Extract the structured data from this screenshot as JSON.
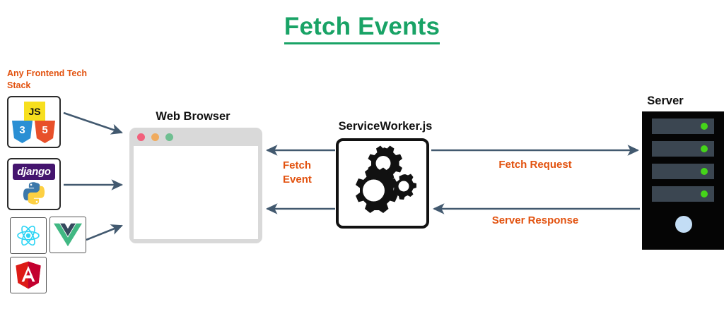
{
  "title": "Fetch Events",
  "accent_colors": {
    "title_green": "#19a366",
    "label_orange": "#e2520f",
    "arrow_navy": "#42596f",
    "server_black": "#050505",
    "server_slot": "#3b4651",
    "server_led_green": "#45d41a",
    "server_power_blue": "#c3ddf5"
  },
  "frontend": {
    "label": "Any Frontend\nTech Stack",
    "stacks": [
      {
        "name": "web-basics",
        "logos": [
          {
            "icon": "javascript-icon",
            "text": "JS"
          },
          {
            "icon": "css3-icon",
            "text": "3"
          },
          {
            "icon": "html5-icon",
            "text": "5"
          }
        ]
      },
      {
        "name": "django-python",
        "logos": [
          {
            "icon": "django-icon",
            "text": "django"
          },
          {
            "icon": "python-icon",
            "text": ""
          }
        ]
      },
      {
        "name": "react",
        "logos": [
          {
            "icon": "react-icon",
            "text": ""
          }
        ]
      },
      {
        "name": "vue",
        "logos": [
          {
            "icon": "vue-icon",
            "text": ""
          }
        ]
      },
      {
        "name": "angular",
        "logos": [
          {
            "icon": "angular-icon",
            "text": "A"
          }
        ]
      }
    ]
  },
  "browser": {
    "label": "Web Browser",
    "traffic_dots": [
      {
        "name": "close-dot",
        "color": "#f2607c"
      },
      {
        "name": "minimize-dot",
        "color": "#f0ab5e"
      },
      {
        "name": "maximize-dot",
        "color": "#6fbf91"
      }
    ],
    "titlebar_color": "#d9d9d9",
    "viewport_color": "#ffffff"
  },
  "service_worker": {
    "label": "ServiceWorker.js",
    "icon": "gears-icon"
  },
  "server": {
    "label": "Server",
    "slots": [
      {
        "led": "green"
      },
      {
        "led": "green"
      },
      {
        "led": "green"
      },
      {
        "led": "green"
      }
    ],
    "power_button": "power-indicator"
  },
  "flows": [
    {
      "name": "fetch-event",
      "label": "Fetch\nEvent",
      "direction": "left"
    },
    {
      "name": "fetch-request",
      "label": "Fetch Request",
      "direction": "right"
    },
    {
      "name": "server-response",
      "label": "Server Response",
      "direction": "left"
    }
  ]
}
